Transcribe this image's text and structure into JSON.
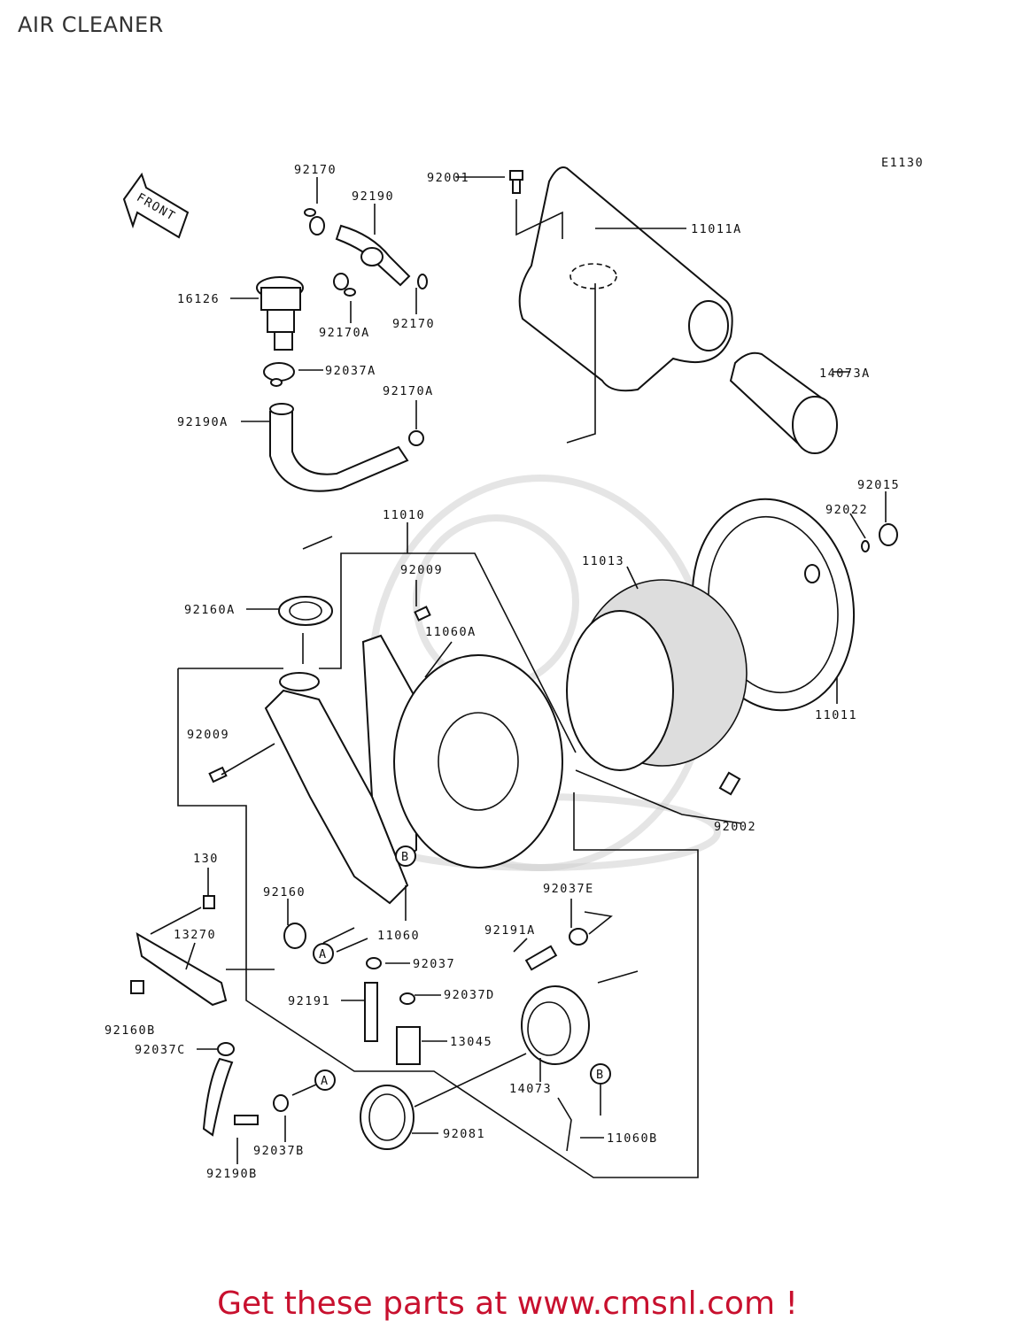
{
  "page_title": "AIR CLEANER",
  "diagram_code": "E1130",
  "front_marker": "FRONT",
  "footer": "Get these parts at www.cmsnl.com !",
  "parts": {
    "p92170": "92170",
    "p92190": "92190",
    "p92001": "92001",
    "p11011A": "11011A",
    "p16126": "16126",
    "p92170A_1": "92170A",
    "p92170_2": "92170",
    "p92037A": "92037A",
    "p14073A": "14073A",
    "p92170A_2": "92170A",
    "p92190A": "92190A",
    "p92015": "92015",
    "p92022": "92022",
    "p11010": "11010",
    "p92009_1": "92009",
    "p11013": "11013",
    "p92160A": "92160A",
    "p11060A": "11060A",
    "p11011": "11011",
    "p92009_2": "92009",
    "p92002": "92002",
    "p130": "130",
    "p92160": "92160",
    "p92037E": "92037E",
    "p13270": "13270",
    "p11060": "11060",
    "p92191A": "92191A",
    "p92037": "92037",
    "p92037D": "92037D",
    "p92191": "92191",
    "p92160B": "92160B",
    "p13045": "13045",
    "p92037C": "92037C",
    "p14073": "14073",
    "p92081": "92081",
    "p11060B": "11060B",
    "p92037B": "92037B",
    "p92190B": "92190B"
  },
  "refs": {
    "a1": "A",
    "a2": "A",
    "b1": "B",
    "b2": "B"
  }
}
